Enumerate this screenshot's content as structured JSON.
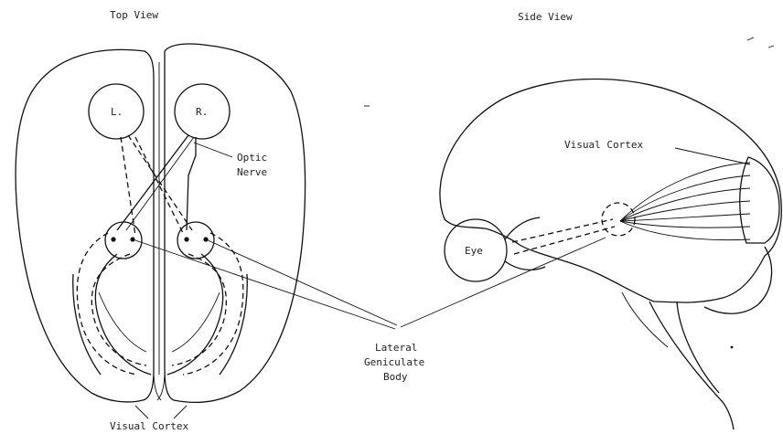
{
  "labels": {
    "top_view": "Top View",
    "side_view": "Side View",
    "left_eye": "L.",
    "right_eye": "R.",
    "optic_line1": "Optic",
    "optic_line2": "Nerve",
    "visual_cortex_side": "Visual Cortex",
    "eye": "Eye",
    "lgb_line1": "Lateral",
    "lgb_line2": "Geniculate",
    "lgb_line3": "Body",
    "visual_cortex_bottom": "Visual Cortex"
  },
  "colors": {
    "ink": "#111111",
    "paper": "#ffffff"
  }
}
